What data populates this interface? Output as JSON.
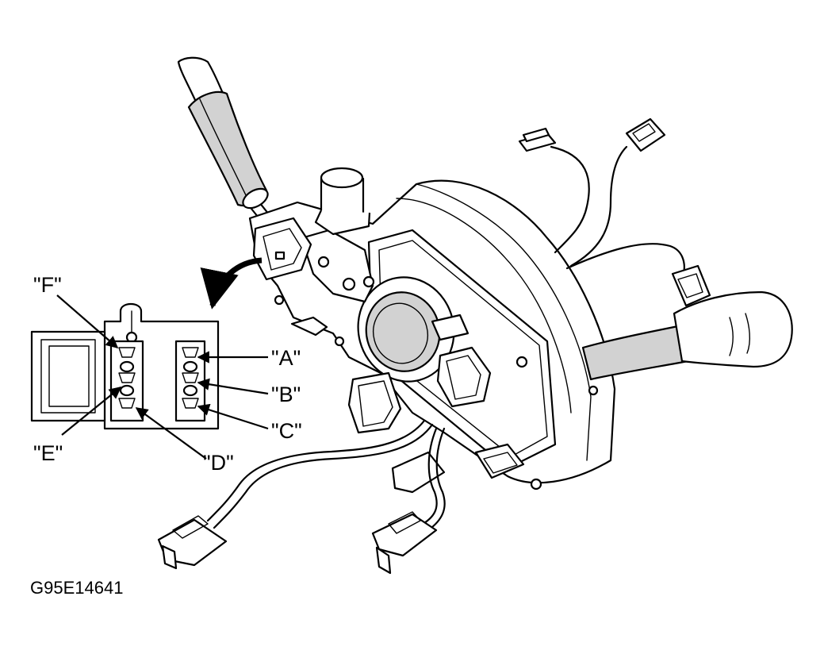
{
  "labels": {
    "A": "\"A\"",
    "B": "\"B\"",
    "C": "\"C\"",
    "D": "\"D\"",
    "E": "\"E\"",
    "F": "\"F\""
  },
  "figure_id": "G95E14641"
}
